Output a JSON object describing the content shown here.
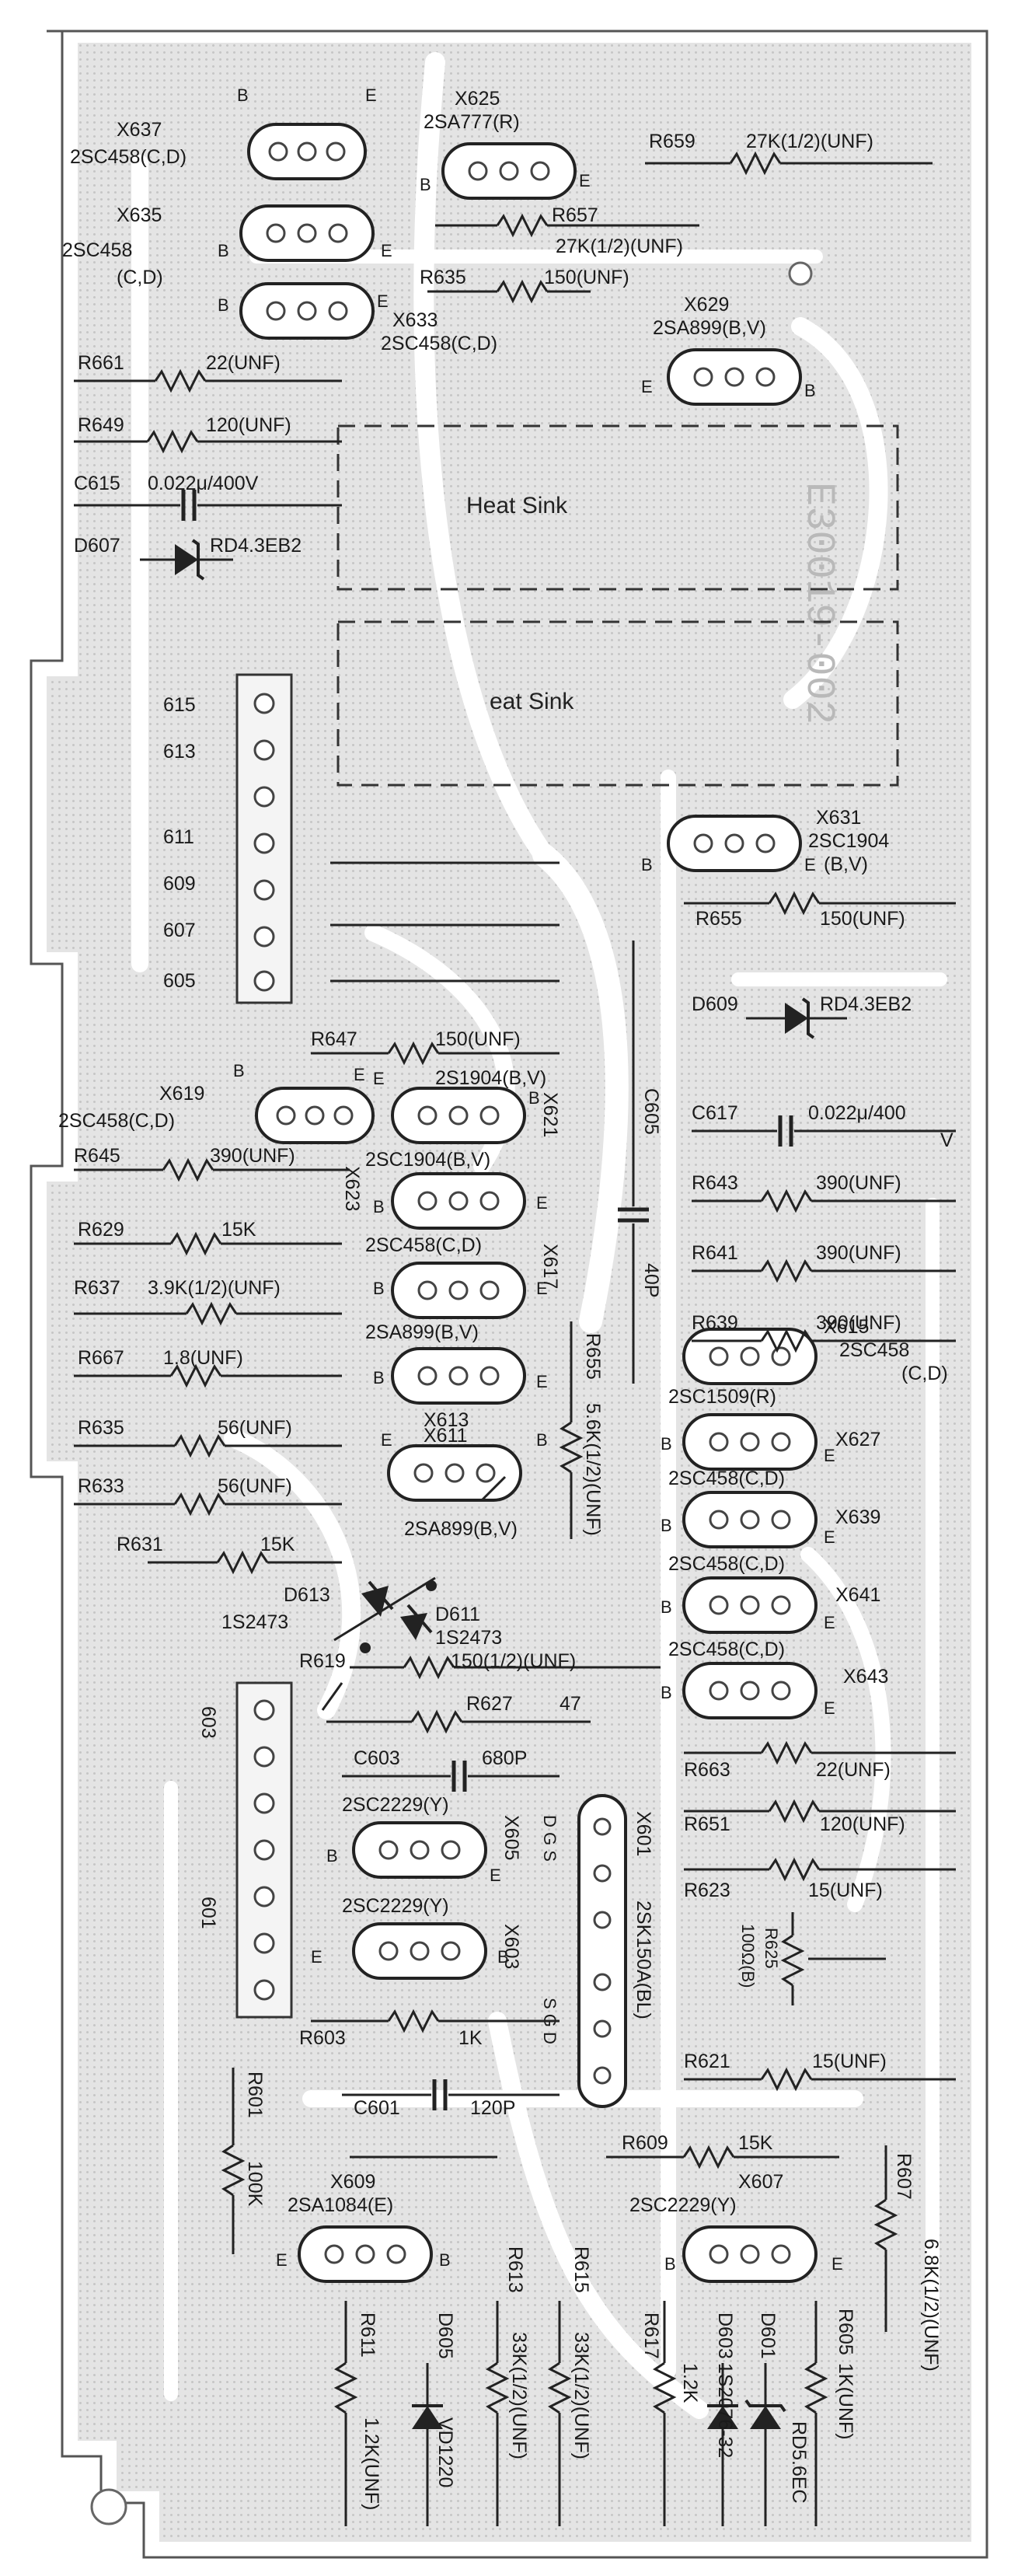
{
  "board_watermark": "E30019-002",
  "heat_sinks": [
    {
      "id": "hs1",
      "label": "Heat Sink"
    },
    {
      "id": "hs2",
      "label": "eat Sink"
    }
  ],
  "connectors": [
    {
      "id": "conn-upper",
      "pins": [
        "615",
        "613",
        "611",
        "609",
        "607",
        "605"
      ]
    },
    {
      "id": "conn-lower",
      "pins": [
        "603",
        "601"
      ]
    }
  ],
  "transistors": [
    {
      "ref": "X637",
      "part": "2SC458(C,D)",
      "pins": {
        "a": "B",
        "b": "E"
      }
    },
    {
      "ref": "X625",
      "part": "2SA777(R)",
      "pins": {
        "a": "B",
        "b": "E"
      }
    },
    {
      "ref": "X635",
      "part": "2SC458",
      "part2": "(C,D)",
      "pins": {
        "a": "B",
        "b": "E"
      }
    },
    {
      "ref": "X633",
      "part": "2SC458(C,D)",
      "pins": {
        "a": "B",
        "b": "E"
      }
    },
    {
      "ref": "X629",
      "part": "2SA899(B,V)",
      "pins": {
        "a": "E",
        "b": "B"
      }
    },
    {
      "ref": "X631",
      "part": "2SC1904",
      "part2": "(B,V)",
      "pins": {
        "a": "B",
        "b": "E"
      }
    },
    {
      "ref": "X619",
      "part": "2SC458(C,D)",
      "pins": {
        "a": "B",
        "b": "E"
      }
    },
    {
      "ref": "X621",
      "part": "2S1904(B,V)",
      "pins": {
        "a": "E",
        "b": "B"
      }
    },
    {
      "ref": "X623",
      "part": "2SC1904(B,V)",
      "pins": {
        "a": "B",
        "b": "E"
      }
    },
    {
      "ref": "X617",
      "part": "2SC458(C,D)",
      "pins": {
        "a": "B",
        "b": "E"
      }
    },
    {
      "ref": "X613",
      "part": "2SA899(B,V)",
      "pins": {
        "a": "B",
        "b": "E"
      }
    },
    {
      "ref": "X611",
      "part": "2SA899(B,V)",
      "pins": {
        "a": "E",
        "b": "B"
      }
    },
    {
      "ref": "X615",
      "part": "2SC458",
      "part2": "(C,D)",
      "pins": {
        "a": "",
        "b": ""
      }
    },
    {
      "ref": "X627",
      "part": "2SC1509(R)",
      "pins": {
        "a": "B",
        "b": "E"
      }
    },
    {
      "ref": "X639",
      "part": "2SC458(C,D)",
      "pins": {
        "a": "B",
        "b": "E"
      }
    },
    {
      "ref": "X641",
      "part": "2SC458(C,D)",
      "pins": {
        "a": "B",
        "b": "E"
      }
    },
    {
      "ref": "X643",
      "part": "2SC458(C,D)",
      "pins": {
        "a": "B",
        "b": "E"
      }
    },
    {
      "ref": "X605",
      "part": "2SC2229(Y)",
      "pins": {
        "a": "B",
        "b": "E"
      }
    },
    {
      "ref": "X603",
      "part": "2SC2229(Y)",
      "pins": {
        "a": "E",
        "b": "B"
      }
    },
    {
      "ref": "X601",
      "part": "2SK150A(BL)",
      "pins": {
        "a": "D G S",
        "b": "S G D"
      }
    },
    {
      "ref": "X609",
      "part": "2SA1084(E)",
      "pins": {
        "a": "E",
        "b": "B"
      }
    },
    {
      "ref": "X607",
      "part": "2SC2229(Y)",
      "pins": {
        "a": "B",
        "b": "E"
      }
    }
  ],
  "resistors": [
    {
      "ref": "R659",
      "value": "27K(1/2)(UNF)"
    },
    {
      "ref": "R657",
      "value": "27K(1/2)(UNF)"
    },
    {
      "ref": "R635",
      "value": "150(UNF)"
    },
    {
      "ref": "R661",
      "value": "22(UNF)"
    },
    {
      "ref": "R649",
      "value": "120(UNF)"
    },
    {
      "ref": "R655",
      "value": "150(UNF)"
    },
    {
      "ref": "R647",
      "value": "150(UNF)"
    },
    {
      "ref": "R645",
      "value": "390(UNF)"
    },
    {
      "ref": "R643",
      "value": "390(UNF)"
    },
    {
      "ref": "R629",
      "value": "15K"
    },
    {
      "ref": "R641",
      "value": "390(UNF)"
    },
    {
      "ref": "R637",
      "value": "3.9K(1/2)(UNF)"
    },
    {
      "ref": "R639",
      "value": "390(UNF)"
    },
    {
      "ref": "R667",
      "value": "1.8(UNF)"
    },
    {
      "ref": "R655",
      "value": "5.6K(1/2)(UNF)"
    },
    {
      "ref": "R635",
      "value": "56(UNF)"
    },
    {
      "ref": "R633",
      "value": "56(UNF)"
    },
    {
      "ref": "R631",
      "value": "15K"
    },
    {
      "ref": "R619",
      "value": "150(1/2)(UNF)"
    },
    {
      "ref": "R627",
      "value": "47"
    },
    {
      "ref": "R663",
      "value": "22(UNF)"
    },
    {
      "ref": "R651",
      "value": "120(UNF)"
    },
    {
      "ref": "R623",
      "value": "15(UNF)"
    },
    {
      "ref": "R625",
      "value": "100Ω(B)"
    },
    {
      "ref": "R603",
      "value": "1K"
    },
    {
      "ref": "R601",
      "value": "100K"
    },
    {
      "ref": "R621",
      "value": "15(UNF)"
    },
    {
      "ref": "R609",
      "value": "15K"
    },
    {
      "ref": "R607",
      "value": "6.8K(1/2)(UNF)"
    },
    {
      "ref": "R611",
      "value": "1.2K(UNF)"
    },
    {
      "ref": "R613",
      "value": "33K(1/2)(UNF)"
    },
    {
      "ref": "R615",
      "value": "33K(1/2)(UNF)"
    },
    {
      "ref": "R617",
      "value": "1.2K"
    },
    {
      "ref": "R605",
      "value": "1K(UNF)"
    }
  ],
  "capacitors": [
    {
      "ref": "C615",
      "value": "0.022μ/400V"
    },
    {
      "ref": "C617",
      "value": "0.022μ/400",
      "value2": "V"
    },
    {
      "ref": "C605",
      "value": "40P"
    },
    {
      "ref": "C603",
      "value": "680P"
    },
    {
      "ref": "C601",
      "value": "120P"
    }
  ],
  "diodes": [
    {
      "ref": "D607",
      "part": "RD4.3EB2"
    },
    {
      "ref": "D609",
      "part": "RD4.3EB2"
    },
    {
      "ref": "D613",
      "part": "1S2473"
    },
    {
      "ref": "D611",
      "part": "1S2473"
    },
    {
      "ref": "D605",
      "part": "VD1220"
    },
    {
      "ref": "D603",
      "part": "1S2076-32"
    },
    {
      "ref": "D601",
      "part": "RD5.6EC"
    }
  ]
}
